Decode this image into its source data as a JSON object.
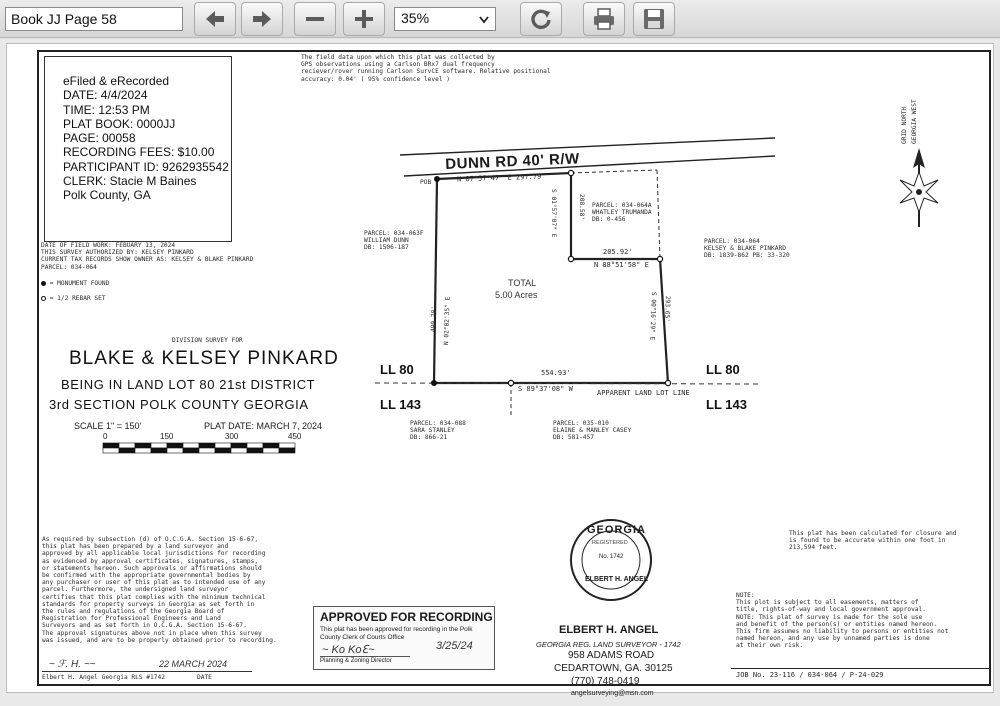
{
  "toolbar": {
    "doc_field_value": "Book JJ Page 58",
    "zoom_value": "35%",
    "buttons": {
      "back": "left-arrow-icon",
      "forward": "right-arrow-icon",
      "zoom_out": "minus-icon",
      "zoom_in": "plus-icon",
      "rotate": "rotate-icon",
      "print": "print-icon",
      "save": "save-icon"
    }
  },
  "recording": {
    "lines": [
      "eFiled & eRecorded",
      "DATE: 4/4/2024",
      "TIME: 12:53 PM",
      "PLAT BOOK: 0000JJ",
      "PAGE: 00058",
      "RECORDING FEES: $10.00",
      "PARTICIPANT ID: 9262935542",
      "CLERK: Stacie M Baines",
      "Polk County, GA"
    ]
  },
  "plat": {
    "gps_note": [
      "The field data upon which this plat was collected by",
      "GPS observations using a Carlson BRx7 dual frequency",
      "reciever/rover running Carlson SurvCE software. Relative positional",
      "accuracy: 0.04' ( 95% confidence level )"
    ],
    "field_info": [
      "DATE OF FIELD WORK: FEBUARY 13, 2024",
      "THIS SURVEY AUTHORIZED BY: KELSEY PINKARD",
      "CURRENT TAX RECORDS SHOW OWNER AS: KELSEY & BLAKE PINKARD",
      "PARCEL: 034-064"
    ],
    "legend": {
      "monument": "= MONUMENT FOUND",
      "rebar": "= 1/2 REBAR SET"
    },
    "division_label": "DIVISION SURVEY FOR",
    "owner_title": "BLAKE & KELSEY PINKARD",
    "location_line1": "BEING IN LAND LOT 80   21st DISTRICT",
    "location_line2": "3rd SECTION     POLK COUNTY     GEORGIA",
    "scale_text": "SCALE  1\" = 150'",
    "plat_date": "PLAT DATE: MARCH 7, 2024",
    "scale_ticks": [
      "0",
      "150",
      "300",
      "450"
    ],
    "road_label": "DUNN RD 40' R/W",
    "pob": "POB",
    "bearings": {
      "top": "N 87°57'47\" E  297.79'",
      "right_upper": "S 01°57'07\" E",
      "right_upper_dist": "208.58'",
      "mid": "205.92'",
      "mid_bearing": "N 88°51'58\" E",
      "right_lower": "S 00°16'29\" E",
      "right_lower_dist": "293.65'",
      "left": "N 02°02'35\" E",
      "left_dist": "490.20'",
      "bottom": "554.93'",
      "bottom_bearing": "S 89°37'08\" W"
    },
    "total_label": "TOTAL",
    "total_value": "5.00  Acres",
    "parcels": {
      "w": [
        "PARCEL: 034-063F",
        "WILLIAM DUNN",
        "DB: 1506-187"
      ],
      "n": [
        "PARCEL: 034-064A",
        "WHATLEY TRUMANDA",
        "DB: 0-456"
      ],
      "e": [
        "PARCEL: 034-064",
        "KELSEY & BLAKE PINKARD",
        "DB: 1839-862 PB: 33-320"
      ],
      "sw": [
        "PARCEL: 034-088",
        "SARA STANLEY",
        "DB: 866-21"
      ],
      "s": [
        "PARCEL: 035-010",
        "ELAINE & MANLEY CASEY",
        "DB: 581-457"
      ]
    },
    "ll80": "LL 80",
    "ll143": "LL 143",
    "apparent_line": "APPARENT LAND LOT LINE",
    "certification": [
      "As required by subsection (d) of O.C.G.A. Section 15-6-67,",
      "this plat has been prepared by a land surveyor and",
      "approved by all applicable local jurisdictions for recording",
      "as evidenced by approval certificates, signatures, stamps,",
      "or statements hereon. Such approvals or affirmations should",
      "be confirmed with the appropriate governmental bodies by",
      "any purchaser or user of this plat as to intended use of any",
      "parcel. Furthermore, the undersigned land surveyor",
      "certifies that this plat complies with the minimum technical",
      "standards for property surveys in Georgia as set forth in",
      "the rules and regulations of the Georgia Board of",
      "Registration for Professional Engineers and Land",
      "Surveyors and as set forth in O.C.G.A. Section 15-6-67.",
      "The approval signatures above not in place when this survey",
      "was issued, and are to be properly obtained prior to recording."
    ],
    "sign_date": "22 MARCH 2024",
    "surveyor_sig_label": "Elbert H. Angel Georgia RLS #1742",
    "date_label": "DATE",
    "approved": {
      "title": "APPROVED FOR RECORDING",
      "line1": "This plat has been approved for recording in the Polk",
      "line2": "County Clerk of Courts Office",
      "date": "3/25/24",
      "signer": "Planning & Zoning Director"
    },
    "seal": {
      "top": "GEORGIA",
      "mid": "REGISTERED",
      "no": "No. 1742",
      "bottom": "ELBERT H. ANGEL"
    },
    "surveyor": {
      "name": "ELBERT H. ANGEL",
      "reg": "GEORGIA REG. LAND SURVEYOR - 1742",
      "address": "958 ADAMS ROAD",
      "city": "CEDARTOWN, GA.  30125",
      "phone": "(770) 748-0419",
      "email": "angelsurveying@msn.com"
    },
    "closure_note": [
      "This plat has been calculated for closure and",
      "is found to be accurate within one foot in",
      "213,594 feet."
    ],
    "notes": [
      "NOTE:",
      "This plot is subject to all easements, matters of",
      "title, rights-of-way and local government approval.",
      "NOTE:  This plat of survey is made for the sole use",
      "and benefit of the person(s) or entities named hereon.",
      "This firm assumes no liability to persons or entities not",
      "named hereon, and any use by unnamed parties is done",
      "at their own risk."
    ],
    "job_no": "JOB No. 23-116 / 034-064 / P-24-029",
    "north_label": "GRID NORTH",
    "north_sub": "GEORGIA WEST"
  }
}
